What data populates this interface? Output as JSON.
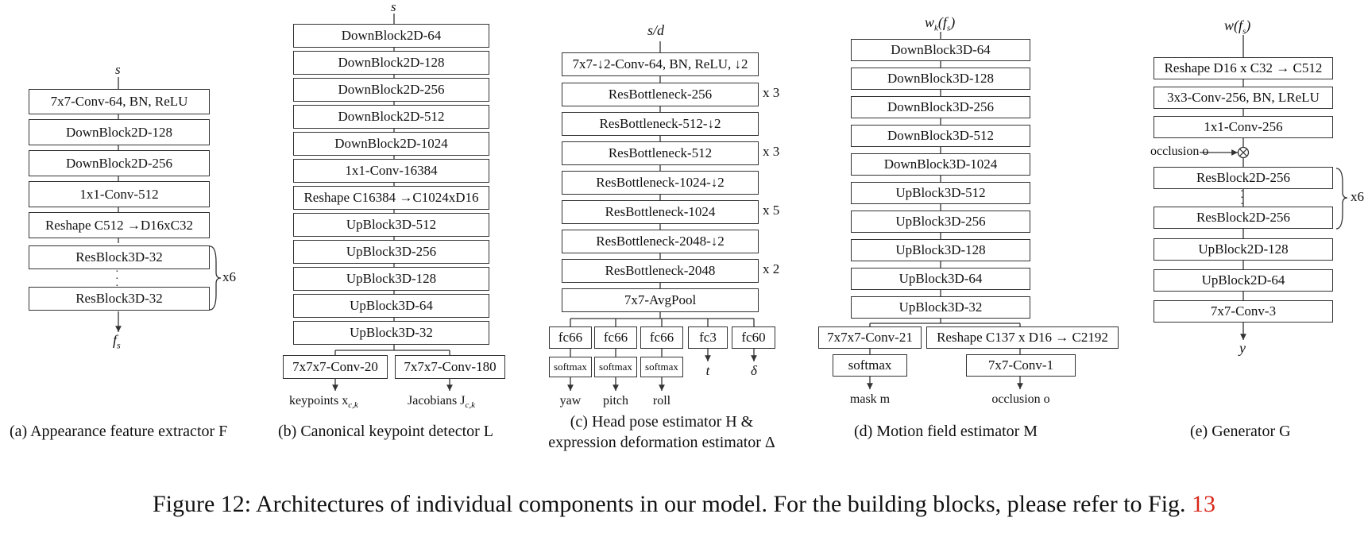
{
  "panel_a": {
    "input": "s",
    "blocks": [
      "7x7-Conv-64, BN, ReLU",
      "DownBlock2D-128",
      "DownBlock2D-256",
      "1x1-Conv-512",
      "Reshape C512 →D16xC32",
      "ResBlock3D-32",
      "ResBlock3D-32"
    ],
    "repeat": "x6",
    "output": "f",
    "output_sub": "s",
    "caption": "(a) Appearance feature extractor F"
  },
  "panel_b": {
    "input": "s",
    "blocks": [
      "DownBlock2D-64",
      "DownBlock2D-128",
      "DownBlock2D-256",
      "DownBlock2D-512",
      "DownBlock2D-1024",
      "1x1-Conv-16384",
      "Reshape C16384 →C1024xD16",
      "UpBlock3D-512",
      "UpBlock3D-256",
      "UpBlock3D-128",
      "UpBlock3D-64",
      "UpBlock3D-32"
    ],
    "heads": [
      "7x7x7-Conv-20",
      "7x7x7-Conv-180"
    ],
    "outputs": [
      "keypoints x",
      "Jacobians J"
    ],
    "output_subs": [
      "c,k",
      "c,k"
    ],
    "caption": "(b) Canonical keypoint detector L"
  },
  "panel_c": {
    "input": "s/d",
    "blocks": [
      "7x7-↓2-Conv-64, BN, ReLU, ↓2",
      "ResBottleneck-256",
      "ResBottleneck-512-↓2",
      "ResBottleneck-512",
      "ResBottleneck-1024-↓2",
      "ResBottleneck-1024",
      "ResBottleneck-2048-↓2",
      "ResBottleneck-2048",
      "7x7-AvgPool"
    ],
    "repeats": [
      "x 3",
      "x 3",
      "x 5",
      "x 2"
    ],
    "fc": [
      "fc66",
      "fc66",
      "fc66",
      "fc3",
      "fc60"
    ],
    "softmax": [
      "softmax",
      "softmax",
      "softmax"
    ],
    "outputs": [
      "yaw",
      "pitch",
      "roll",
      "t",
      "δ"
    ],
    "caption_line1": "(c) Head pose estimator H &",
    "caption_line2": "expression deformation estimator Δ"
  },
  "panel_d": {
    "input": "w",
    "input_sub": "k",
    "input_rest": "(f",
    "input_rest_sub": "s",
    "input_close": ")",
    "blocks": [
      "DownBlock3D-64",
      "DownBlock3D-128",
      "DownBlock3D-256",
      "DownBlock3D-512",
      "DownBlock3D-1024",
      "UpBlock3D-512",
      "UpBlock3D-256",
      "UpBlock3D-128",
      "UpBlock3D-64",
      "UpBlock3D-32"
    ],
    "heads": [
      "7x7x7-Conv-21",
      "Reshape C137 x D16 → C2192"
    ],
    "heads2": [
      "softmax",
      "7x7-Conv-1"
    ],
    "outputs": [
      "mask m",
      "occlusion o"
    ],
    "caption": "(d) Motion field estimator M"
  },
  "panel_e": {
    "input": "w(f",
    "input_sub": "s",
    "input_close": ")",
    "blocks": [
      "Reshape D16 x C32 → C512",
      "3x3-Conv-256, BN, LReLU",
      "1x1-Conv-256",
      "ResBlock2D-256",
      "ResBlock2D-256",
      "UpBlock2D-128",
      "UpBlock2D-64",
      "7x7-Conv-3"
    ],
    "occlusion": "occlusion o",
    "repeat": "x6",
    "output": "y",
    "caption": "(e) Generator G"
  },
  "figure_caption": {
    "text": "Figure 12: Architectures of individual components in our model. For the building blocks, please refer to Fig. ",
    "ref": "13"
  }
}
